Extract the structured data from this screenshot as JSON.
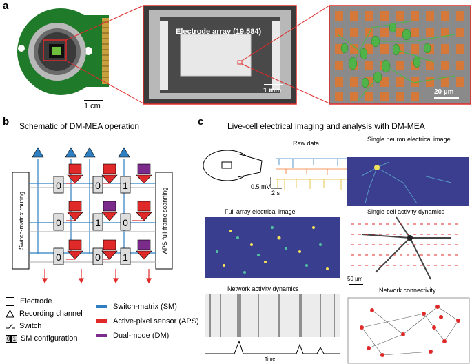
{
  "panel_a": {
    "letter": "a",
    "scale_chip": "1 cm",
    "electrode_array_label": "Electrode array (19,584)",
    "scale_array": "1 mm",
    "scale_neuron": "20 µm"
  },
  "panel_b": {
    "letter": "b",
    "title": "Schematic of DM-MEA operation",
    "left_box_label": "Switch-matrix routing",
    "right_box_label": "APS full-frame scanning",
    "sm_values_row1": [
      "0",
      "0",
      "1"
    ],
    "sm_values_row2": [
      "0",
      "1",
      "0"
    ],
    "sm_values_row3": [
      "0",
      "0",
      "1"
    ],
    "legend_left": [
      {
        "icon": "electrode-icon",
        "label": "Electrode"
      },
      {
        "icon": "triangle-icon",
        "label": "Recording channel"
      },
      {
        "icon": "switch-icon",
        "label": "Switch"
      },
      {
        "icon": "sm-config-icon",
        "label": "SM configuration",
        "icon_text": [
          "0",
          "1"
        ]
      }
    ],
    "legend_right": [
      {
        "label": "Switch-matrix (SM)",
        "color": "#2f7fc1"
      },
      {
        "label": "Active-pixel sensor (APS)",
        "color": "#e02a2a"
      },
      {
        "label": "Dual-mode (DM)",
        "color": "#7b2c8a"
      }
    ]
  },
  "panel_c": {
    "letter": "c",
    "title": "Live-cell electrical imaging and analysis with DM-MEA",
    "raw_data_label": "Raw data",
    "scale_voltage": "0.5 mV",
    "scale_time": "2 s",
    "full_array_label": "Full array electrical image",
    "network_activity_label": "Network activity dynamics",
    "time_label": "Time",
    "single_neuron_label": "Single neuron electrical image",
    "single_cell_label": "Single-cell activity dynamics",
    "scale_50um": "50 µm",
    "network_connectivity_label": "Network connectivity"
  }
}
